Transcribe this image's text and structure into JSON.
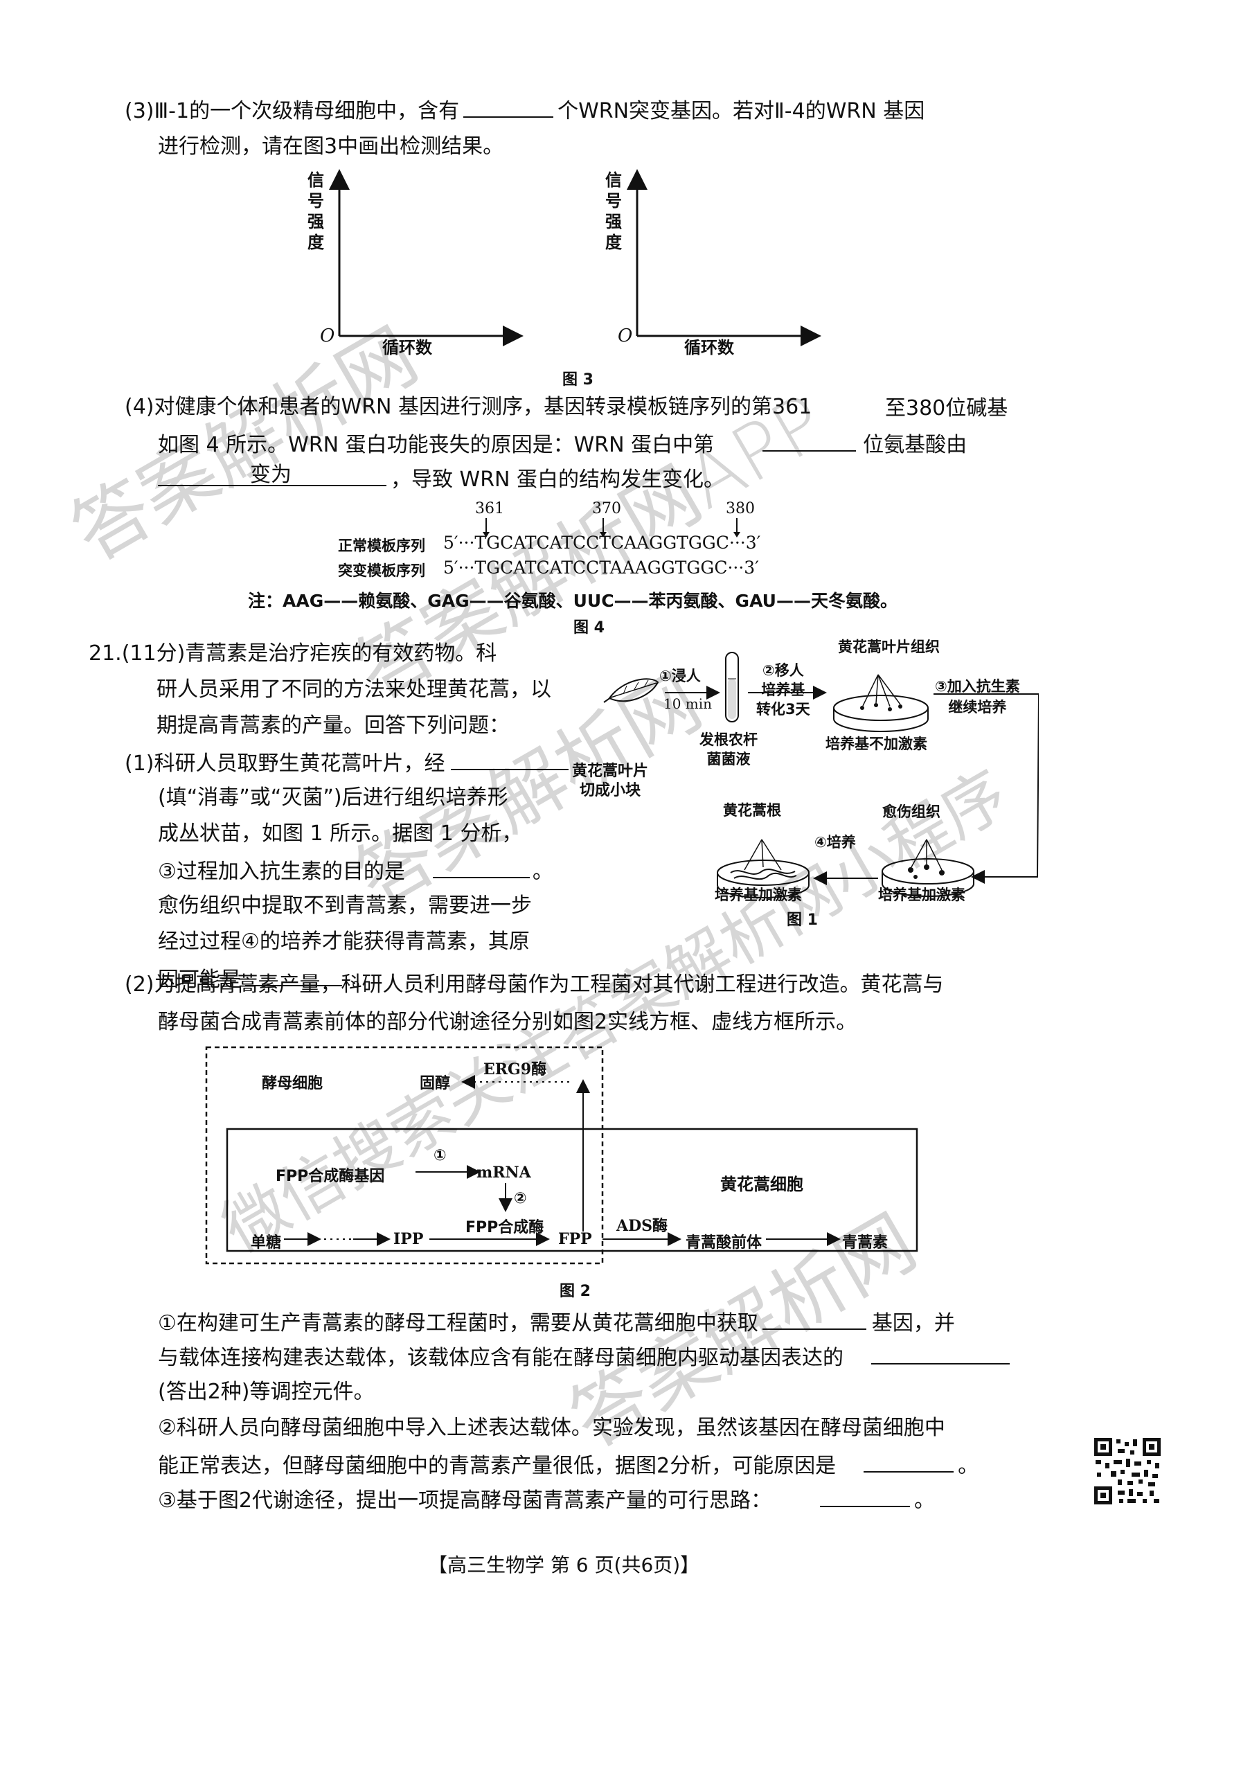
{
  "q3": {
    "line1_a": "(3)Ⅲ-1的一个次级精母细胞中，含有",
    "line1_b": "个WRN突变基因。若对Ⅱ-4的WRN 基因",
    "line2": "进行检测，请在图3中画出检测结果。"
  },
  "fig3": {
    "ylabel": "信号强度",
    "xlabel": "循环数",
    "origin": "O",
    "caption": "图 3"
  },
  "q4": {
    "line1_a": "(4)对健康个体和患者的WRN 基因进行测序，基因转录模板链序列的第361",
    "line1_b": "至380位碱基",
    "line2_a": "如图  4 所示。WRN 蛋白功能丧失的原因是：WRN 蛋白中第",
    "line2_b": "位氨基酸由",
    "line3_a": "变为",
    "line3_b": "，导致 WRN 蛋白的结构发生变化。"
  },
  "fig4": {
    "pos1": "361",
    "pos2": "370",
    "pos3": "380",
    "normal_label": "正常模板序列",
    "normal_seq": "5′···TGCATCATCCTCAAGGTGGC···3′",
    "mutant_label": "突变模板序列",
    "mutant_seq": "5′···TGCATCATCCTAAAGGTGGC···3′",
    "note": "注：AAG——赖氨酸、GAG——谷氨酸、UUC——苯丙氨酸、GAU——天冬氨酸。",
    "caption": "图 4"
  },
  "q21": {
    "l1": "21.(11分)青蒿素是治疗疟疾的有效药物。科",
    "l2": "研人员采用了不同的方法来处理黄花蒿，以",
    "l3": "期提高青蒿素的产量。回答下列问题：",
    "p1_l1": "(1)科研人员取野生黄花蒿叶片，经",
    "p1_l2": "(填“消毒”或“灭菌”)后进行组织培养形",
    "p1_l3": "成丛状苗，如图    1 所示。据图    1 分析，",
    "p1_l4": "③过程加入抗生素的目的是",
    "p1_l4_end": "。",
    "p1_l5": "愈伤组织中提取不到青蒿素，需要进一步",
    "p1_l6": "经过过程④的培养才能获得青蒿素，其原",
    "p1_l7": "因可能是",
    "p1_l7_end": "。",
    "p2_l1": "(2)为提高青蒿素产量，科研人员利用酵母菌作为工程菌对其代谢工程进行改造。黄花蒿与",
    "p2_l2": "酵母菌合成青蒿素前体的部分代谢途径分别如图2实线方框、虚线方框所示。"
  },
  "fig1": {
    "leaf_label": "黄花蒿叶片",
    "leaf_label2": "切成小块",
    "step1": "①浸人",
    "step1_time": "10 min",
    "tube_label": "发根农杆",
    "tube_label2": "菌菌液",
    "step2": "②移人",
    "step2_b": "培养基",
    "step2_c": "转化3天",
    "dish1_top": "黄花蒿叶片组织",
    "dish1_bottom": "培养基不加激素",
    "step3": "③加入抗生素",
    "step3_b": "继续培养",
    "dish2_top": "愈伤组织",
    "dish2_bottom": "培养基加激素",
    "step4": "④培养",
    "dish3_top": "黄花蒿根",
    "dish3_bottom": "培养基加激素",
    "caption": "图 1"
  },
  "fig2": {
    "yeast": "酵母细胞",
    "sterol": "固醇",
    "erg9": "ERG9酶",
    "fpp_gene": "FPP合成酶基因",
    "c1": "①",
    "mrna": "mRNA",
    "c2": "②",
    "artemisia": "黄花蒿细胞",
    "fpp_enzyme": "FPP合成酶",
    "sugar": "单糖",
    "ipp": "IPP",
    "fpp": "FPP",
    "ads": "ADS酶",
    "precursor": "青蒿酸前体",
    "artemisinin": "青蒿素",
    "caption": "图 2"
  },
  "q2sub": {
    "a1": "①在构建可生产青蒿素的酵母工程菌时，需要从黄花蒿细胞中获取",
    "a1_end": "基因，并",
    "a2": "与载体连接构建表达载体，该载体应含有能在酵母菌细胞内驱动基因表达的",
    "a3": "(答出2种)等调控元件。",
    "b1": "②科研人员向酵母菌细胞中导入上述表达载体。实验发现，虽然该基因在酵母菌细胞中",
    "b2": "能正常表达，但酵母菌细胞中的青蒿素产量很低，据图2分析，可能原因是",
    "b2_end": "。",
    "c1": "③基于图2代谢途径，提出一项提高酵母菌青蒿素产量的可行思路：",
    "c1_end": "。"
  },
  "footer": "【高三生物学 第  6 页(共6页)】",
  "watermarks": {
    "w1": "答案解析网",
    "w2": "答案解析网APP",
    "w3": "答案解析网",
    "w4": "微信搜索关注答案解析网小程序",
    "w5": "答案解析网"
  }
}
